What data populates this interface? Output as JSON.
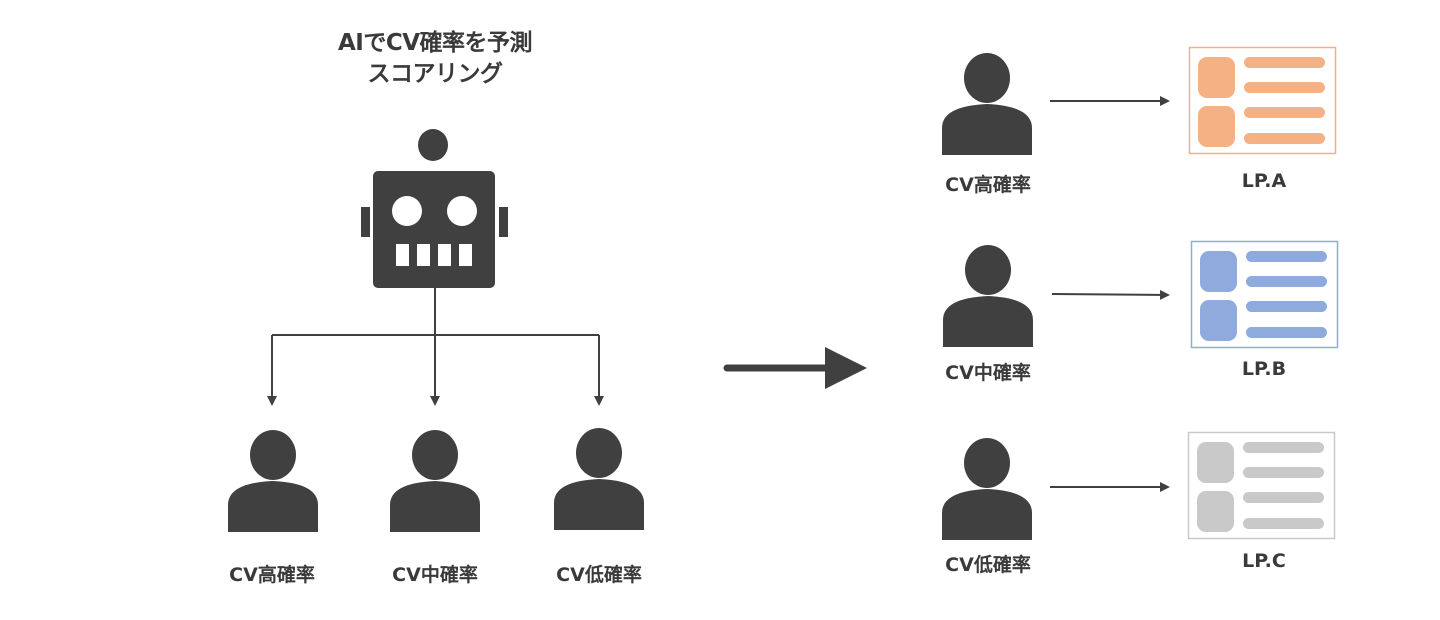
{
  "title": {
    "line1": "AIでCV確率を予測",
    "line2": "スコアリング"
  },
  "colors": {
    "icon": "#404040",
    "lp_a": "#F4B183",
    "lp_b": "#8FAADC",
    "lp_c": "#C9C9C9"
  },
  "segments_left": [
    {
      "label": "CV高確率"
    },
    {
      "label": "CV中確率"
    },
    {
      "label": "CV低確率"
    }
  ],
  "segments_right": [
    {
      "label": "CV高確率",
      "lp": "LP.A"
    },
    {
      "label": "CV中確率",
      "lp": "LP.B"
    },
    {
      "label": "CV低確率",
      "lp": "LP.C"
    }
  ],
  "icons": {
    "robot": "robot-icon",
    "person": "person-icon",
    "landing_page": "landing-page-icon",
    "arrow": "arrow-right-icon"
  }
}
